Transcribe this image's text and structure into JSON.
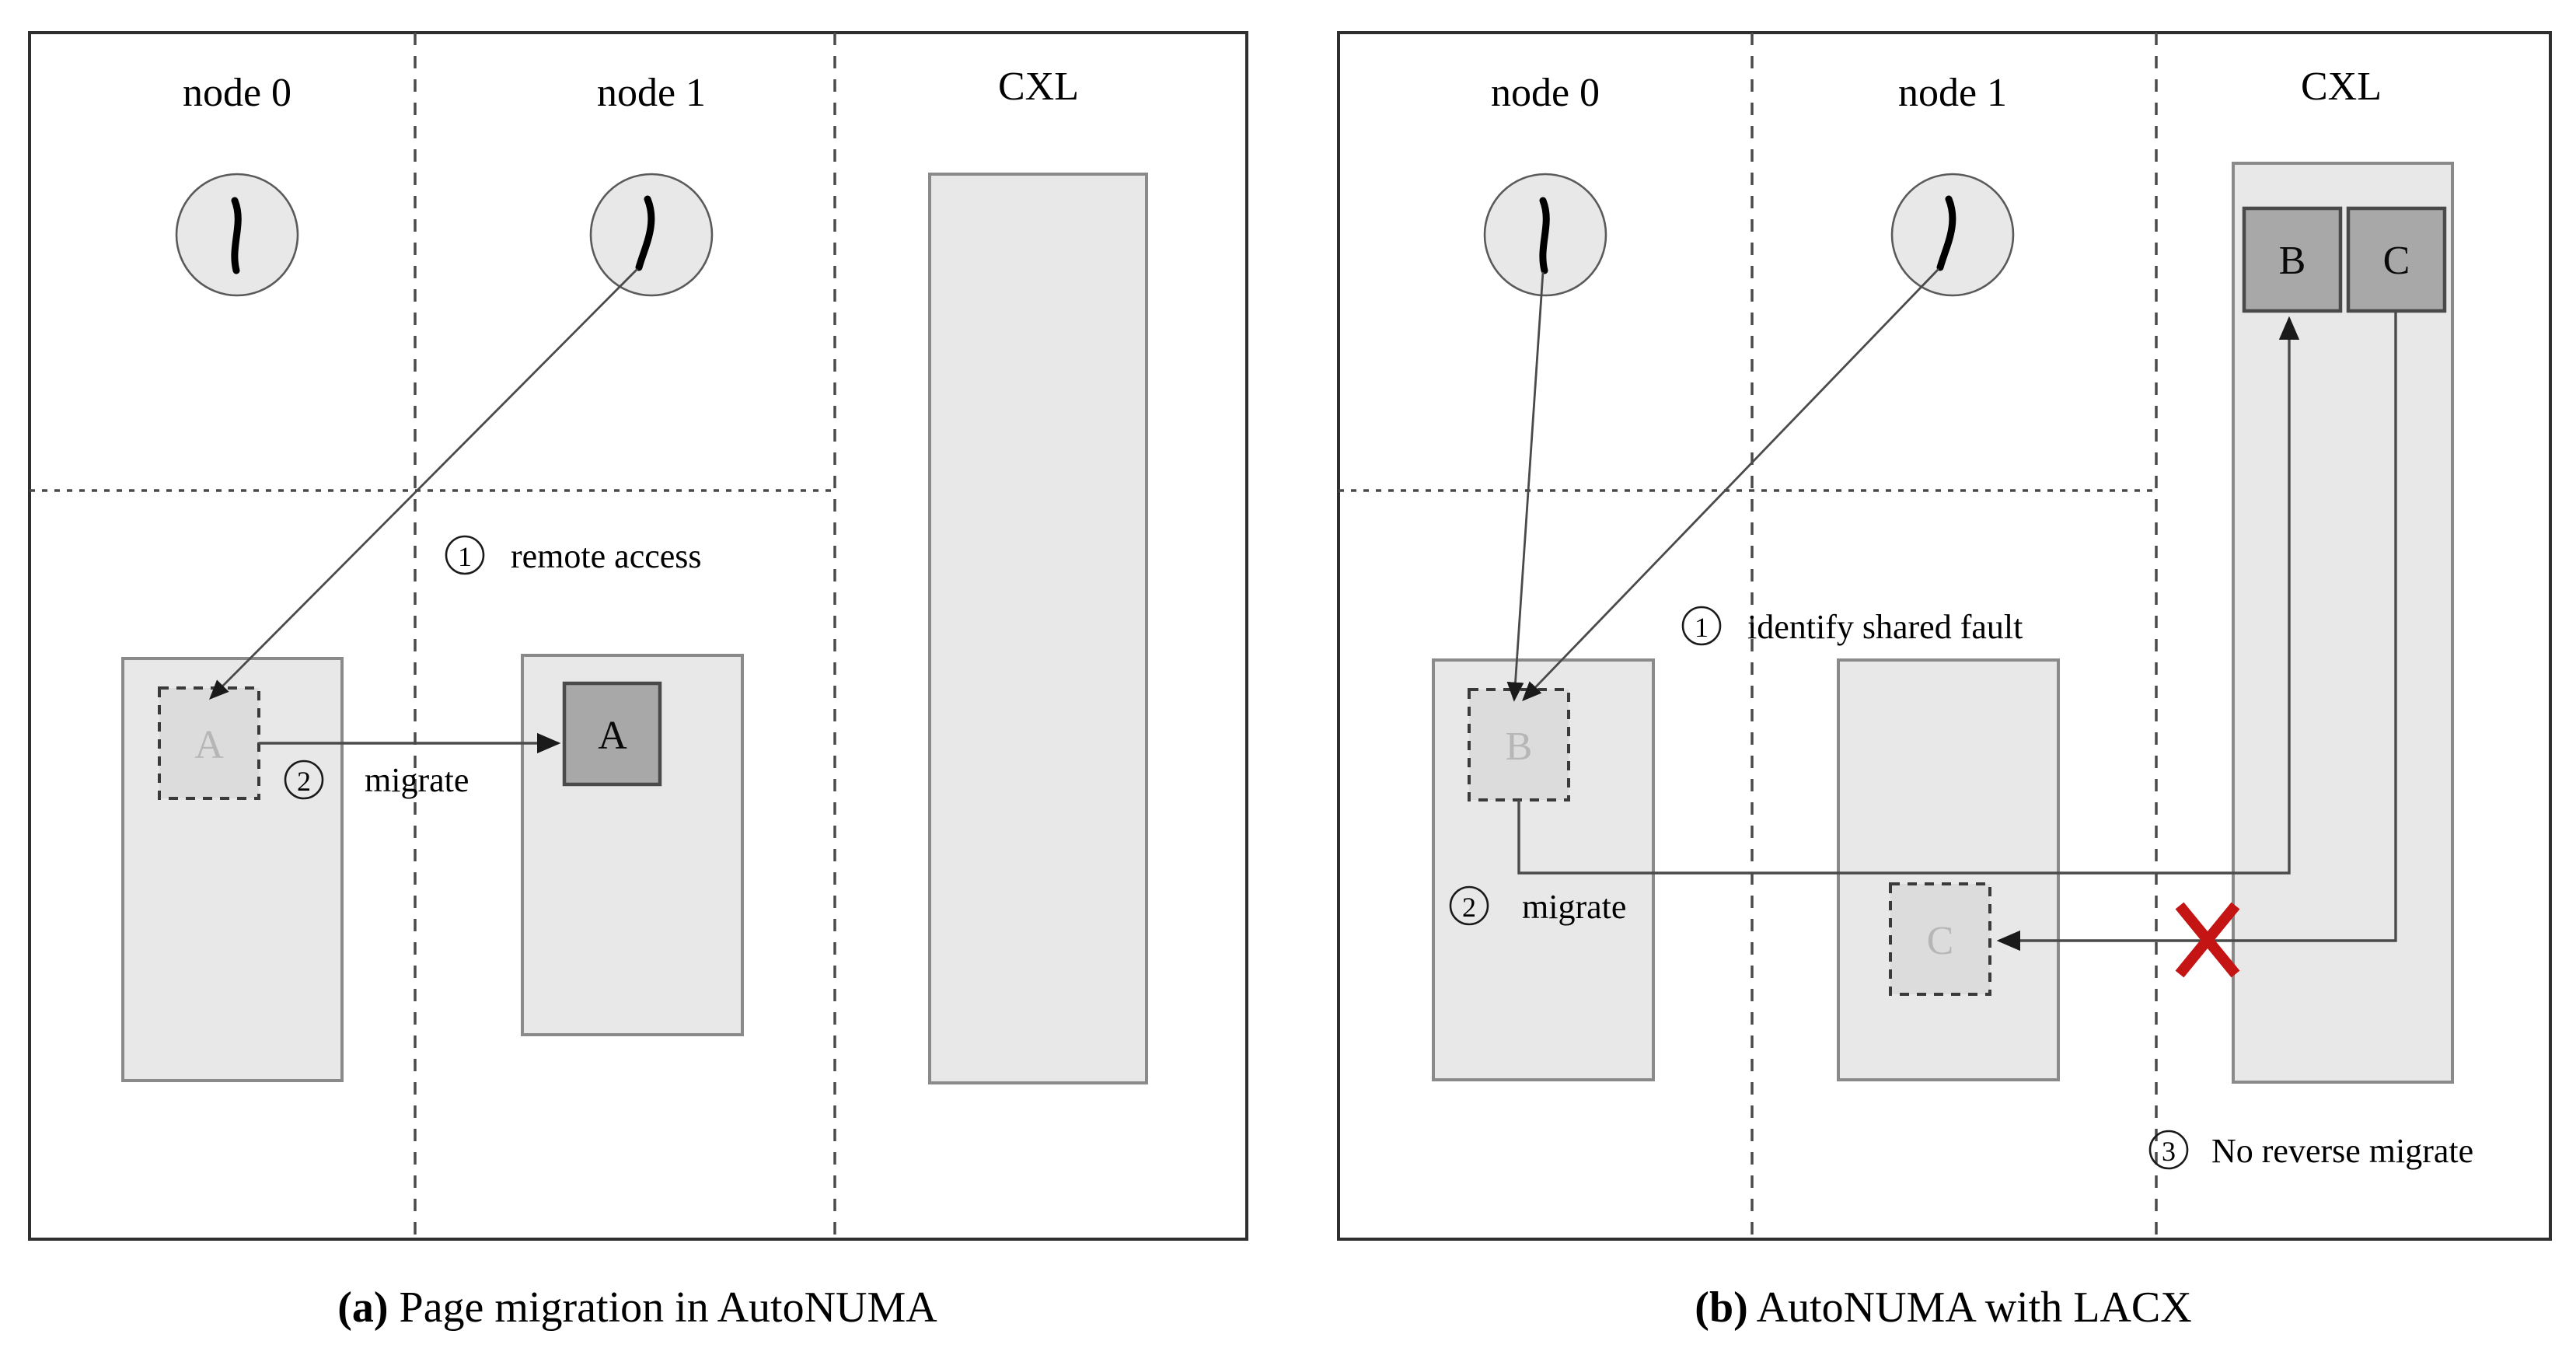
{
  "figure": {
    "panels": [
      {
        "id": "a",
        "caption_marker": "(a)",
        "caption_text": " Page migration in AutoNUMA",
        "columns": [
          {
            "key": "node0",
            "title": "node 0"
          },
          {
            "key": "node1",
            "title": "node 1"
          },
          {
            "key": "cxl",
            "title": "CXL"
          }
        ],
        "pages": [
          {
            "key": "src",
            "label": "A",
            "style": "dashed-ghost",
            "location": "node0-memory"
          },
          {
            "key": "dst",
            "label": "A",
            "style": "solid-dark",
            "location": "node1-memory"
          }
        ],
        "steps": [
          {
            "num": "1",
            "glyph": "①",
            "text": "remote access"
          },
          {
            "num": "2",
            "glyph": "②",
            "text": "migrate"
          }
        ]
      },
      {
        "id": "b",
        "caption_marker": "(b)",
        "caption_text": " AutoNUMA with LACX",
        "columns": [
          {
            "key": "node0",
            "title": "node 0"
          },
          {
            "key": "node1",
            "title": "node 1"
          },
          {
            "key": "cxl",
            "title": "CXL"
          }
        ],
        "pages": [
          {
            "key": "b-src",
            "label": "B",
            "style": "dashed-ghost",
            "location": "node0-memory"
          },
          {
            "key": "c-src",
            "label": "C",
            "style": "dashed-ghost",
            "location": "node1-memory"
          },
          {
            "key": "b-cxl",
            "label": "B",
            "style": "solid-dark",
            "location": "cxl-memory"
          },
          {
            "key": "c-cxl",
            "label": "C",
            "style": "solid-dark",
            "location": "cxl-memory"
          }
        ],
        "steps": [
          {
            "num": "1",
            "glyph": "①",
            "text": "identify shared fault"
          },
          {
            "num": "2",
            "glyph": "②",
            "text": "migrate"
          },
          {
            "num": "3",
            "glyph": "③",
            "text": "No reverse migrate"
          }
        ],
        "blocked_marker": "✕"
      }
    ],
    "colors": {
      "panel_border": "#2f2f2f",
      "divider": "#4a4a4a",
      "node_fill": "#e8e8e8",
      "node_stroke": "#5a5a5a",
      "memory_fill": "#e8e8e8",
      "memory_stroke": "#8a8a8a",
      "page_ghost_fill": "#dcdcdc",
      "page_ghost_text": "#b6b6b6",
      "page_solid_fill": "#a8a8a8",
      "blocked_red": "#c41414",
      "text": "#000000"
    }
  }
}
